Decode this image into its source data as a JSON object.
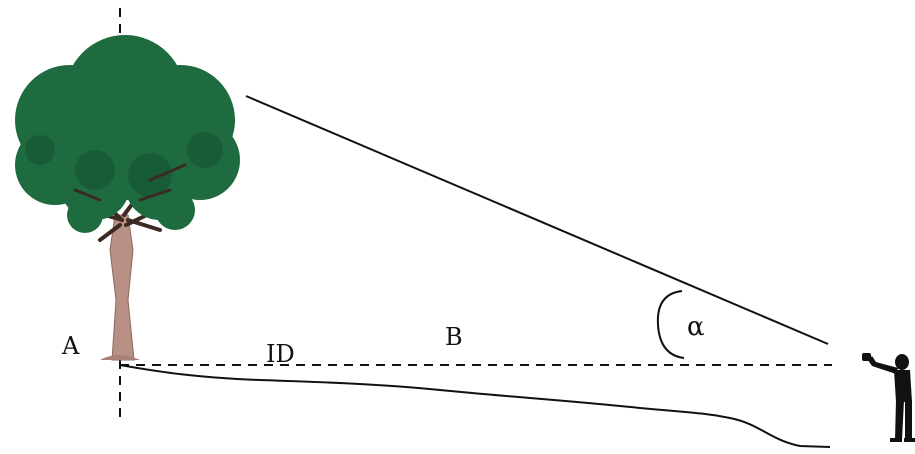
{
  "diagram": {
    "labels": {
      "point_a": "A",
      "point_d": "ID",
      "distance": "B",
      "angle": "α"
    },
    "icons": {
      "tree": "tree-icon",
      "observer": "person-with-clinometer-icon"
    },
    "colors": {
      "foliage": "#1f6b40",
      "foliage_dark": "#165634",
      "trunk": "#b89085",
      "branches": "#3b2a22",
      "lines": "#111111"
    }
  }
}
